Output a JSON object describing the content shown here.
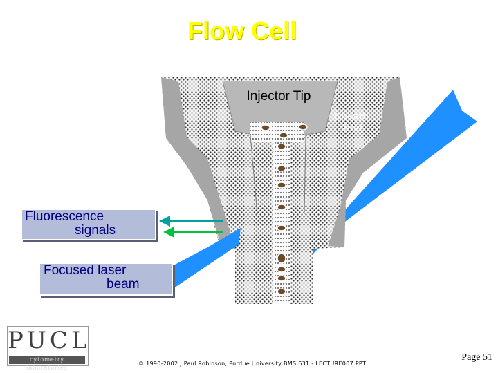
{
  "title": "Flow Cell",
  "labels": {
    "injector_tip": "Injector Tip",
    "sheath_fluid": "Sheath fluid",
    "fluorescence": [
      "Fluorescence",
      "signals"
    ],
    "laser": [
      "Focused laser",
      "beam"
    ]
  },
  "logo": {
    "main": "PUCL",
    "sub": "cytometry laboratories"
  },
  "page_label": "Page 51",
  "footer": "© 1990-2002 J.Paul Robinson, Purdue University BMS 631 - LECTURE007.PPT",
  "colors": {
    "title": "#ffff00",
    "laser": "#1e90ff",
    "arrow": "#00c060",
    "box_fill": "#b3bcd9",
    "box_text": "#000080",
    "particle": "#6b4a2a"
  }
}
